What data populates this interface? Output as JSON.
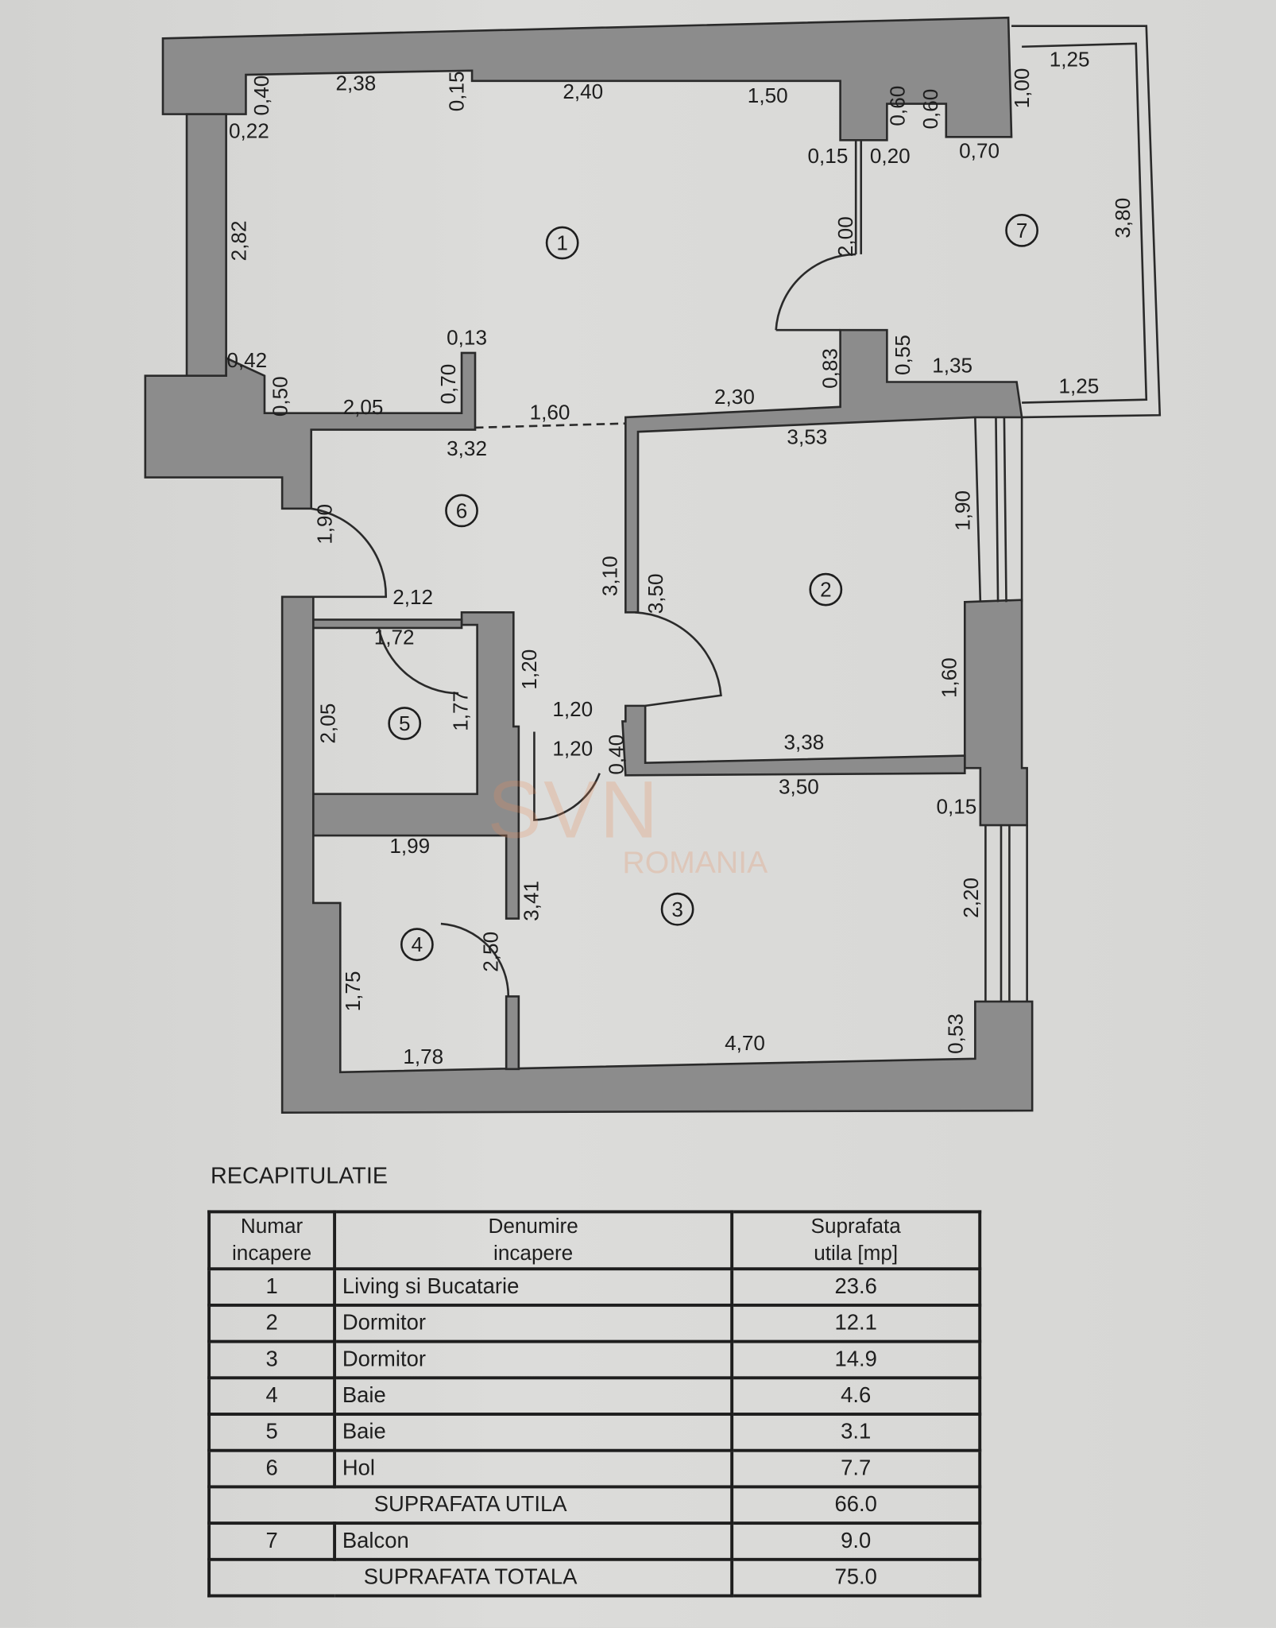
{
  "plan": {
    "rooms": [
      "1",
      "2",
      "3",
      "4",
      "5",
      "6",
      "7"
    ],
    "dimensions": [
      "2,38",
      "2,40",
      "1,50",
      "0,22",
      "0,15",
      "0,20",
      "0,70",
      "1,25",
      "0,13",
      "0,42",
      "2,05",
      "1,60",
      "2,30",
      "1,35",
      "1,25",
      "3,32",
      "3,53",
      "2,12",
      "1,72",
      "1,20",
      "1,20",
      "3,38",
      "3,50",
      "0,15",
      "1,99",
      "1,78",
      "4,70",
      "0,40",
      "0,15",
      "0,60",
      "0,60",
      "1,00",
      "2,82",
      "2,00",
      "3,80",
      "0,83",
      "0,55",
      "0,50",
      "0,70",
      "1,90",
      "3,10",
      "3,50",
      "1,90",
      "1,20",
      "1,77",
      "2,05",
      "0,40",
      "1,60",
      "3,41",
      "2,50",
      "1,75",
      "2,20",
      "0,53"
    ],
    "wall_color": "#8c8c8c"
  },
  "watermark": {
    "brand": "SVN",
    "country": "ROMANIA"
  },
  "recap": {
    "title": "RECAPITULATIE",
    "headers": [
      "Numar\nincapere",
      "Denumire\nincapere",
      "Suprafata\nutila [mp]"
    ],
    "rows": [
      {
        "num": "1",
        "name": "Living si Bucatarie",
        "area": "23.6"
      },
      {
        "num": "2",
        "name": "Dormitor",
        "area": "12.1"
      },
      {
        "num": "3",
        "name": "Dormitor",
        "area": "14.9"
      },
      {
        "num": "4",
        "name": "Baie",
        "area": "4.6"
      },
      {
        "num": "5",
        "name": "Baie",
        "area": "3.1"
      },
      {
        "num": "6",
        "name": "Hol",
        "area": "7.7"
      }
    ],
    "useful_label": "SUPRAFATA UTILA",
    "useful_value": "66.0",
    "balcony": {
      "num": "7",
      "name": "Balcon",
      "area": "9.0"
    },
    "total_label": "SUPRAFATA TOTALA",
    "total_value": "75.0"
  }
}
